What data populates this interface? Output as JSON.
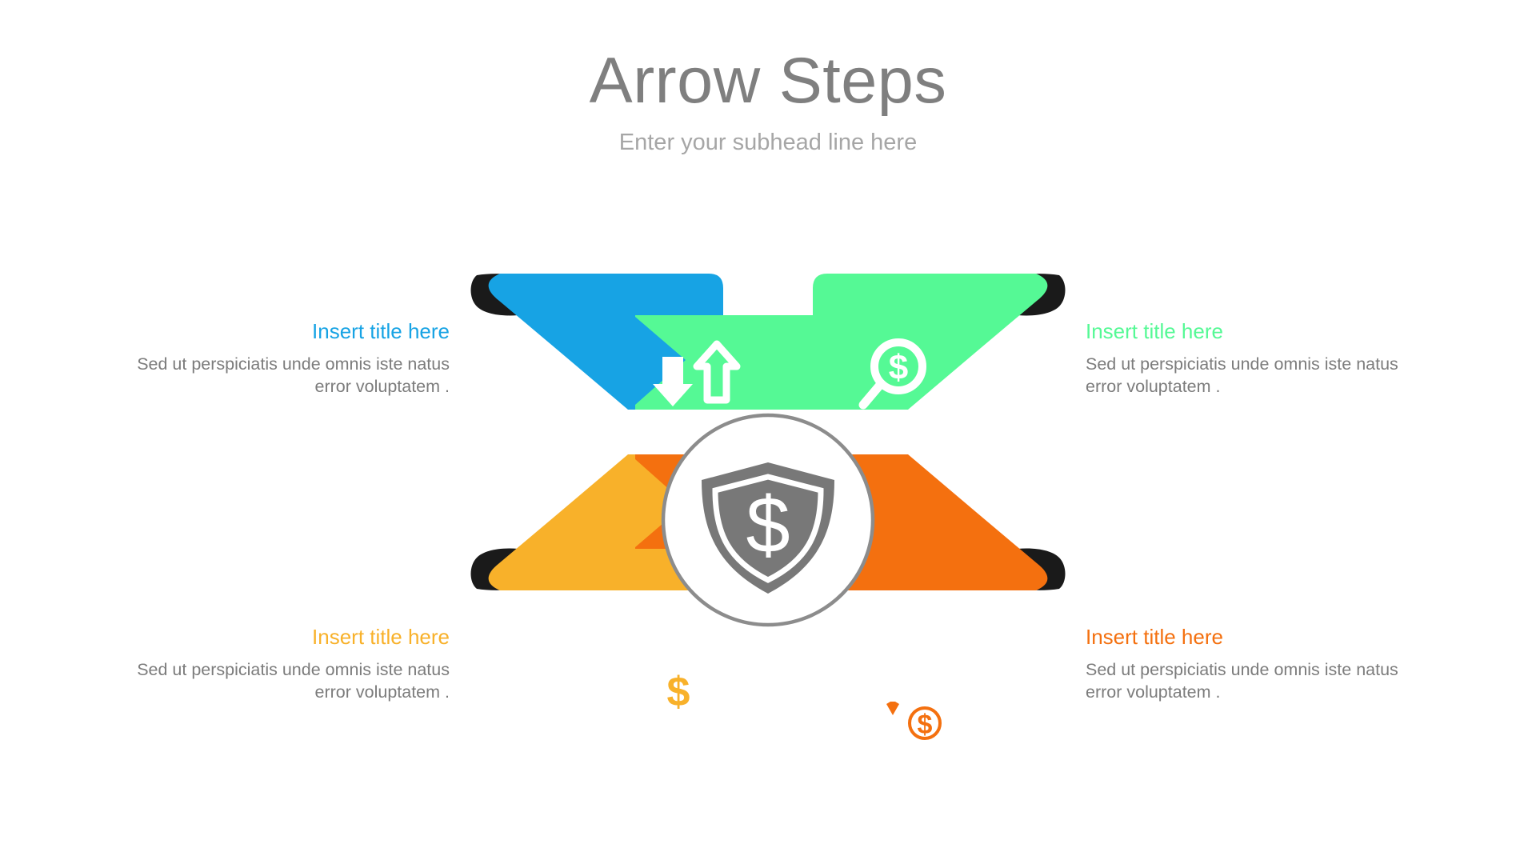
{
  "header": {
    "title": "Arrow Steps",
    "subtitle": "Enter your subhead line here",
    "title_color": "#7f7f7f",
    "subtitle_color": "#a6a6a6"
  },
  "center": {
    "icon": "shield-dollar-icon",
    "icon_color": "#787878",
    "ring_color": "#8c8c8c"
  },
  "steps": [
    {
      "id": "step-1",
      "position": "top-left",
      "title": "Insert title here",
      "body": "Sed ut perspiciatis unde omnis iste natus error voluptatem .",
      "color": "#17a3e4",
      "tail_color": "#1a1a1a",
      "icon": "up-down-arrows-icon",
      "align": "right"
    },
    {
      "id": "step-2",
      "position": "top-right",
      "title": "Insert title here",
      "body": "Sed ut perspiciatis unde omnis iste natus error voluptatem .",
      "color": "#55f995",
      "tail_color": "#1a1a1a",
      "icon": "magnifier-dollar-icon",
      "align": "left"
    },
    {
      "id": "step-3",
      "position": "bottom-left",
      "title": "Insert title here",
      "body": "Sed ut perspiciatis unde omnis iste natus error voluptatem .",
      "color": "#f8b12a",
      "tail_color": "#1a1a1a",
      "icon": "lightbulb-dollar-icon",
      "align": "right"
    },
    {
      "id": "step-4",
      "position": "bottom-right",
      "title": "Insert title here",
      "body": "Sed ut perspiciatis unde omnis iste natus error voluptatem .",
      "color": "#f4700f",
      "tail_color": "#1a1a1a",
      "icon": "businessman-dollar-icon",
      "align": "left"
    }
  ],
  "background": "#ffffff"
}
